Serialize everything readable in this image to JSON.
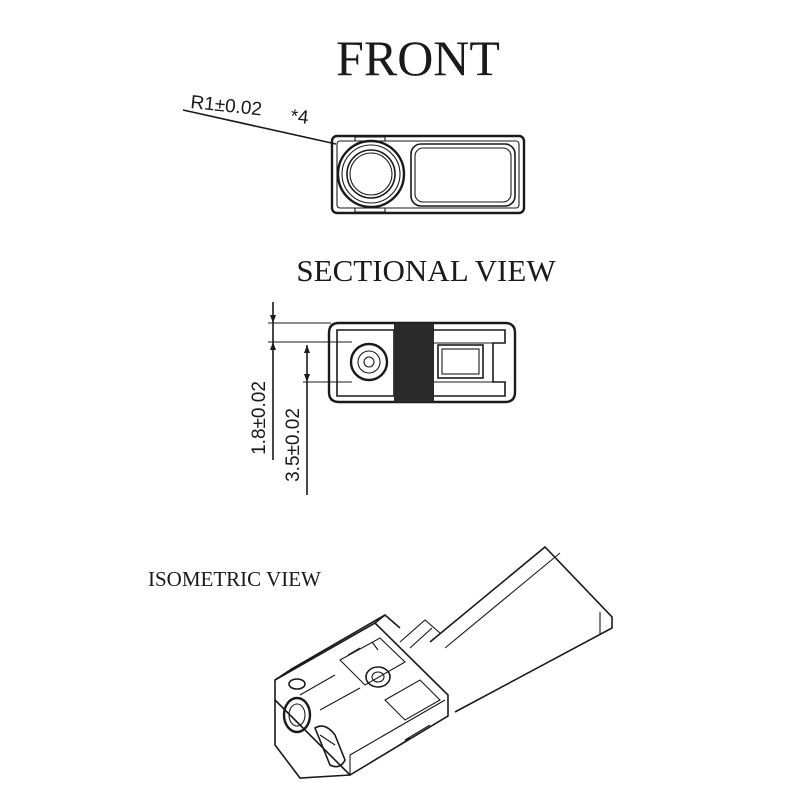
{
  "titles": {
    "front": "FRONT",
    "sectional": "SECTIONAL VIEW",
    "isometric": "ISOMETRIC VIEW"
  },
  "annotations": {
    "radius": "R1±0.02",
    "radius_count": "*4",
    "dim_a": "1.8±0.02",
    "dim_b": "3.5±0.02"
  }
}
